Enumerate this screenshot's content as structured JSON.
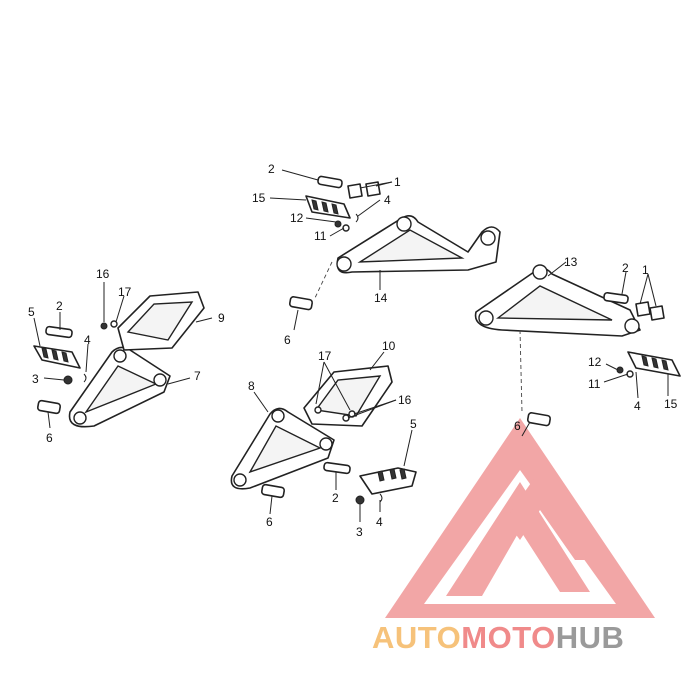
{
  "callouts": {
    "c1a": "1",
    "c2a": "2",
    "c4a": "4",
    "c15a": "15",
    "c12a": "12",
    "c11a": "11",
    "c14": "14",
    "c6a": "6",
    "c13": "13",
    "c2b": "2",
    "c1b": "1",
    "c12b": "12",
    "c11b": "11",
    "c4b": "4",
    "c15b": "15",
    "c6b": "6",
    "c16a": "16",
    "c17a": "17",
    "c9": "9",
    "c5a": "5",
    "c2c": "2",
    "c4c": "4",
    "c3a": "3",
    "c7": "7",
    "c6c": "6",
    "c10": "10",
    "c17b": "17",
    "c16b": "16",
    "c8": "8",
    "c5b": "5",
    "c2d": "2",
    "c3b": "3",
    "c4d": "4",
    "c6d": "6"
  },
  "watermark": {
    "brand_part1": "AUTO",
    "brand_part2": "MOTO",
    "brand_part3": "HUB",
    "color_part1": "#f6c27a",
    "color_part2": "#f08a8a",
    "color_part3": "#9a9a9a"
  }
}
